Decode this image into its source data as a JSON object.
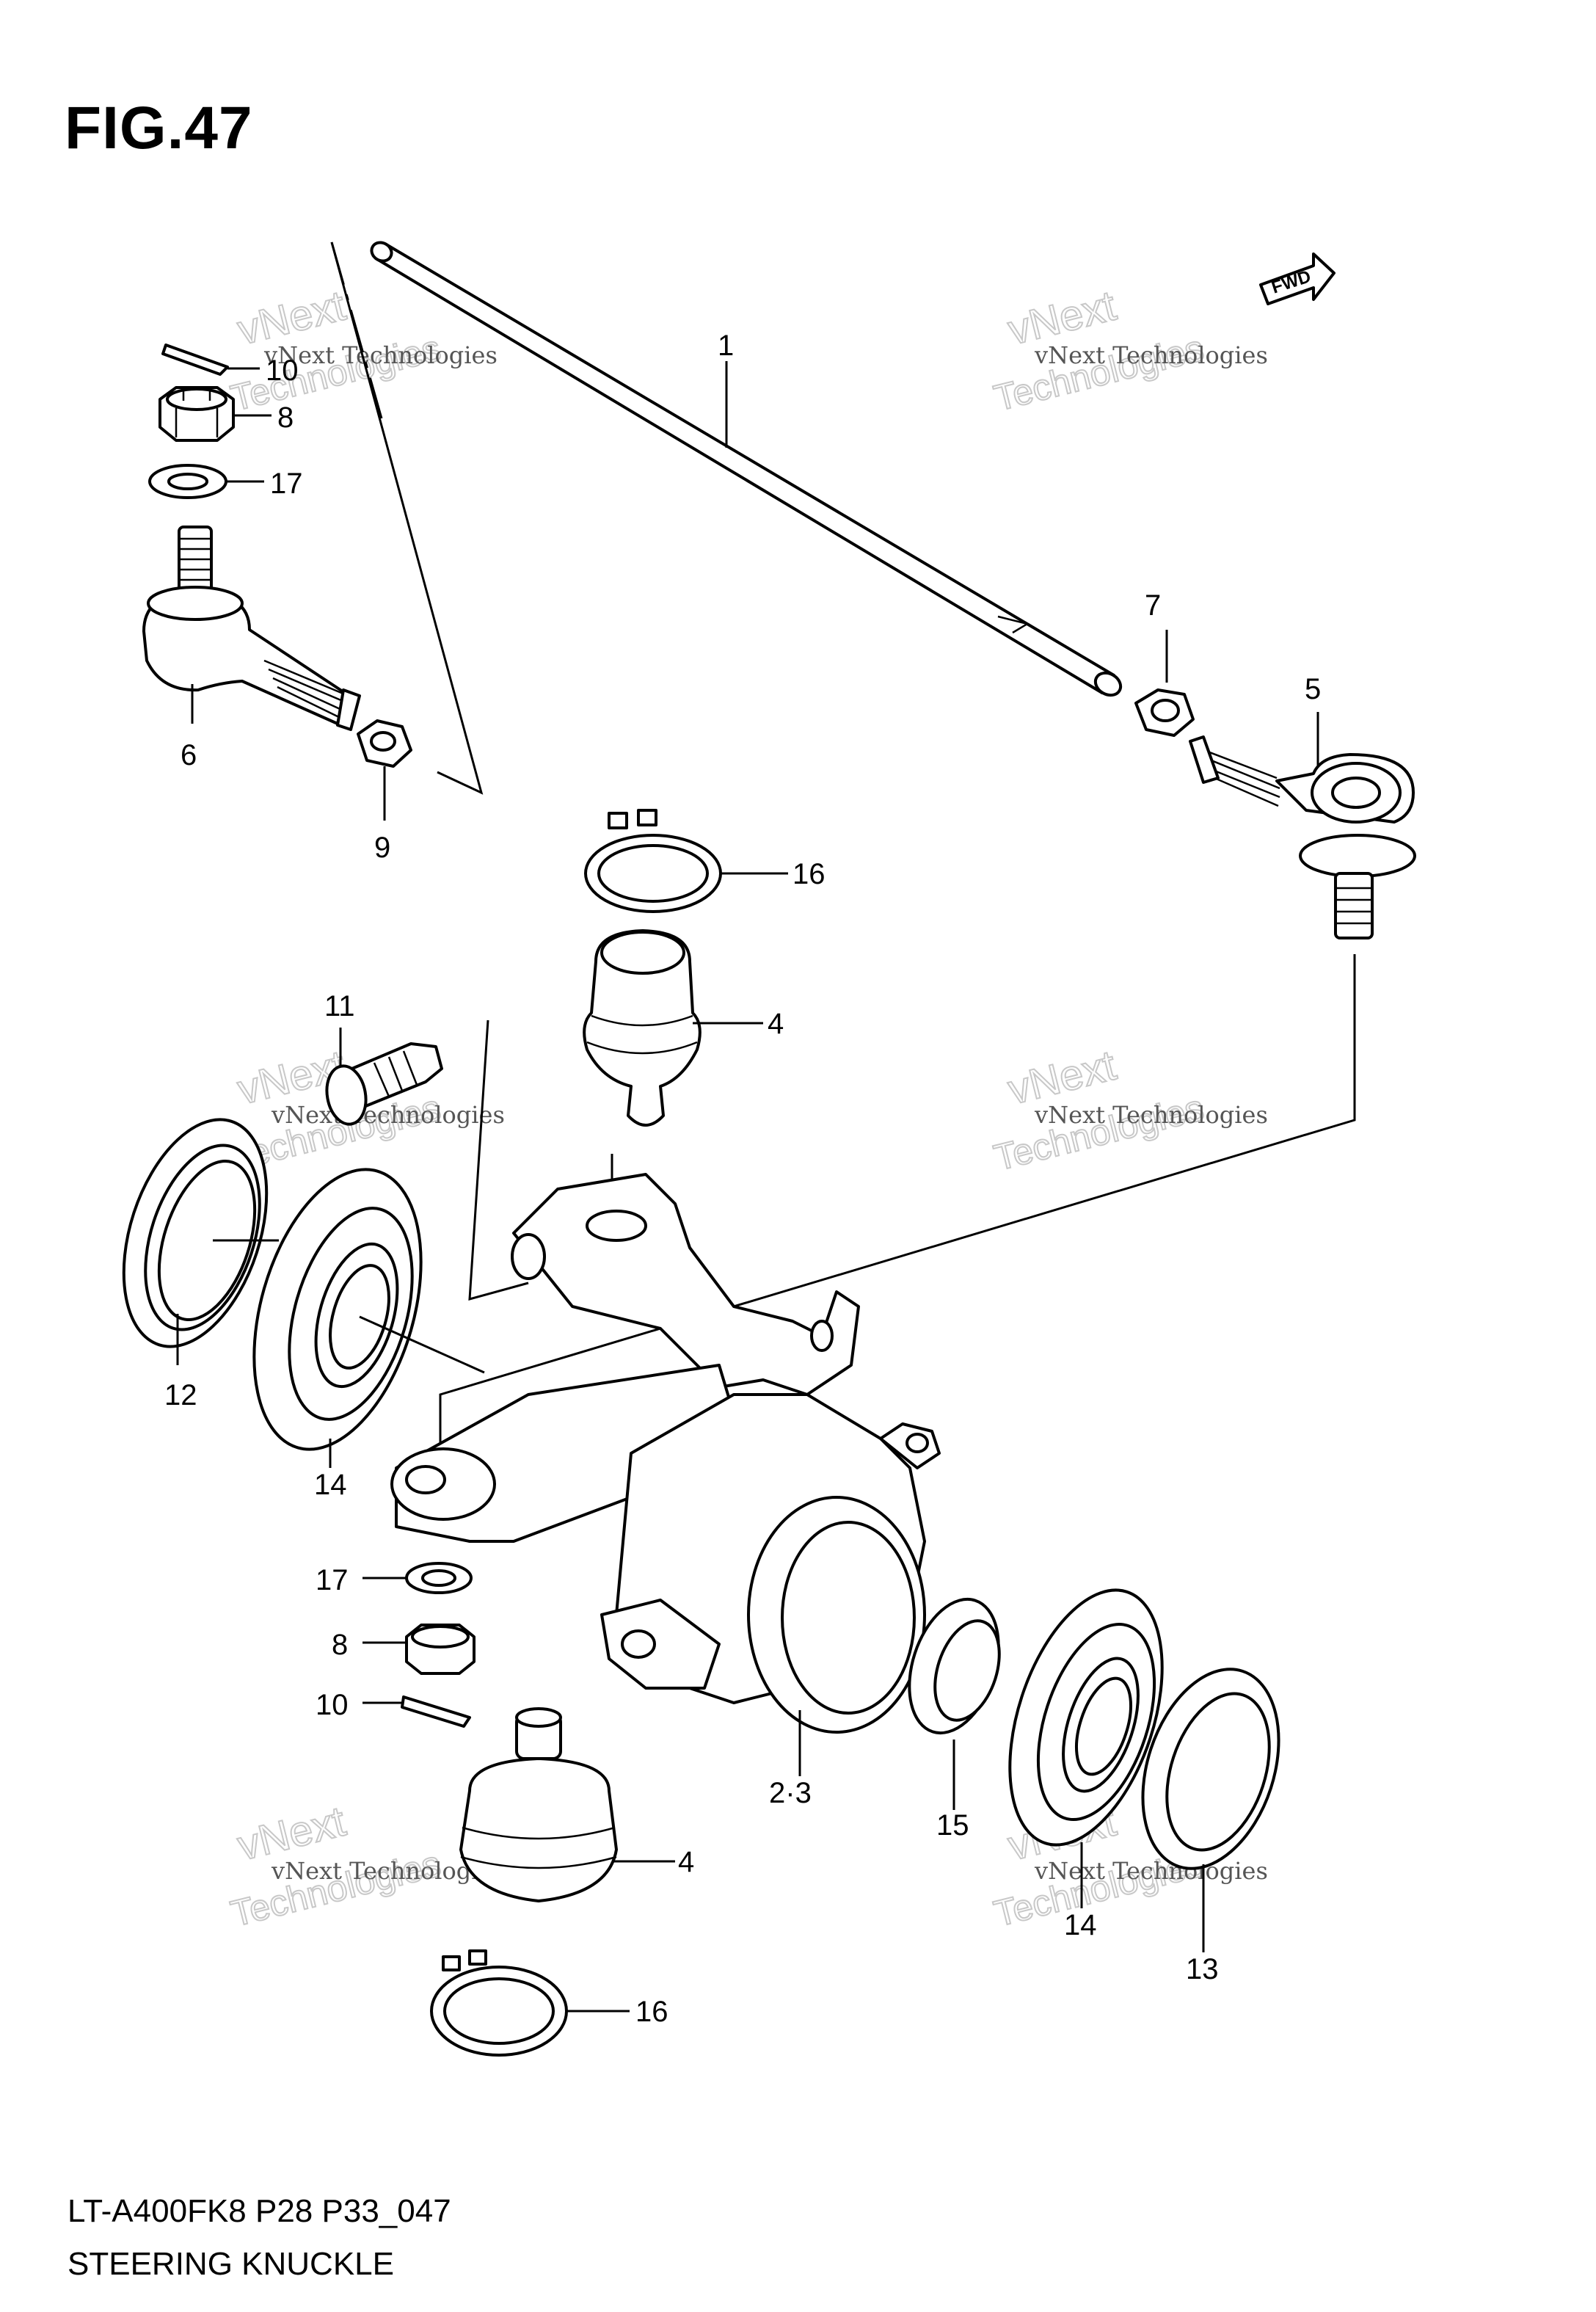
{
  "figure_title": "FIG.47",
  "footer": {
    "model_code": "LT-A400FK8 P28 P33_047",
    "section_title": "STEERING KNUCKLE"
  },
  "direction_badge": "FWD",
  "watermark": {
    "line1": "vNext Technologies",
    "line2": "vNext",
    "line3": "Technologies"
  },
  "callouts": {
    "c1": "1",
    "c23": "2·3",
    "c4a": "4",
    "c4b": "4",
    "c5": "5",
    "c6": "6",
    "c7": "7",
    "c8a": "8",
    "c8b": "8",
    "c9": "9",
    "c10a": "10",
    "c10b": "10",
    "c11": "11",
    "c12": "12",
    "c13": "13",
    "c14a": "14",
    "c14b": "14",
    "c15": "15",
    "c16a": "16",
    "c16b": "16",
    "c17a": "17",
    "c17b": "17"
  }
}
